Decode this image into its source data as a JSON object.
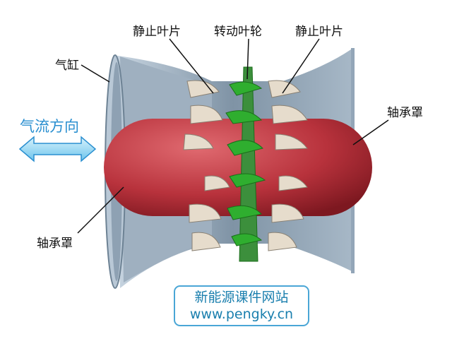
{
  "labels": {
    "stator_left": "静止叶片",
    "rotor": "转动叶轮",
    "stator_right": "静止叶片",
    "cylinder": "气缸",
    "bearing_cover_right": "轴承罩",
    "bearing_cover_left": "轴承罩",
    "airflow_direction": "气流方向"
  },
  "site": {
    "name": "新能源课件网站",
    "url": "www.pengky.cn"
  },
  "colors": {
    "casing": "#8fa3b5",
    "bearing_cover": "#b8323c",
    "rotor_blades": "#2fae2f",
    "stator_blades": "#e6dccc",
    "arrow": "#8fd3f2",
    "accent": "#2a8fd0"
  }
}
